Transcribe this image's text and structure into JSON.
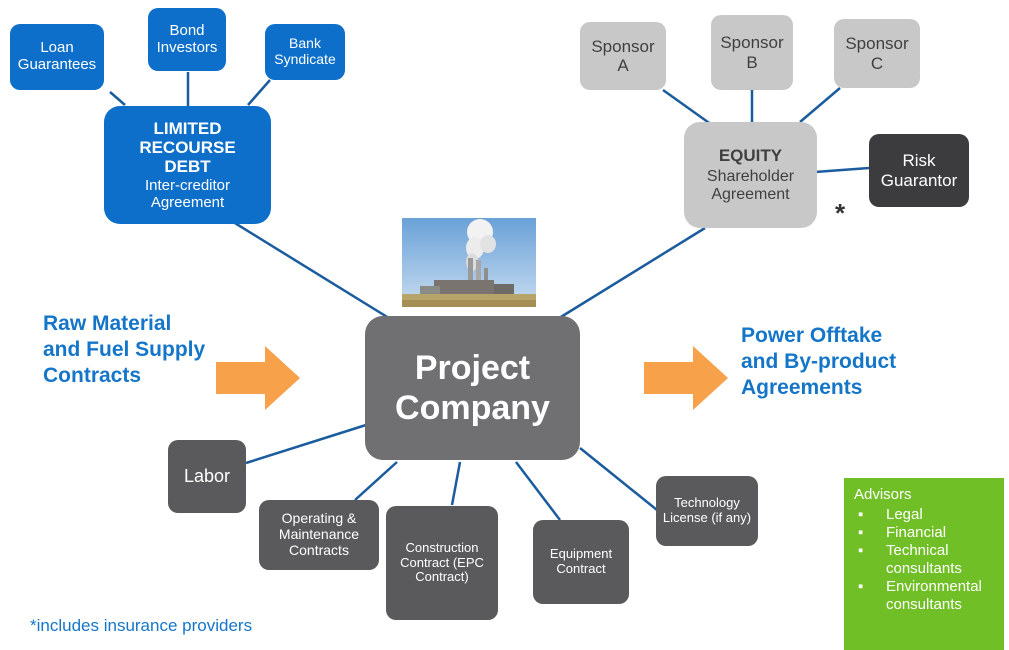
{
  "debt": {
    "loan_guarantees": "Loan Guarantees",
    "bond_investors": "Bond Investors",
    "bank_syndicate": "Bank Syndicate",
    "title": "LIMITED RECOURSE DEBT",
    "subtitle": "Inter-creditor Agreement"
  },
  "equity": {
    "sponsor_a": "Sponsor A",
    "sponsor_b": "Sponsor B",
    "sponsor_c": "Sponsor C",
    "title": "EQUITY",
    "subtitle": "Shareholder Agreement",
    "risk_guarantor": "Risk Guarantor",
    "asterisk": "*"
  },
  "center": {
    "title": "Project Company"
  },
  "inputs": {
    "raw_material": "Raw Material and Fuel Supply Contracts"
  },
  "outputs": {
    "power_offtake": "Power Offtake and By-product Agreements"
  },
  "contracts": {
    "labor": "Labor",
    "om": "Operating & Maintenance Contracts",
    "construction": "Construction Contract (EPC Contract)",
    "equipment": "Equipment Contract",
    "technology": "Technology License (if any)"
  },
  "advisors": {
    "title": "Advisors",
    "items": [
      "Legal",
      "Financial",
      "Technical consultants",
      "Environmental consultants"
    ]
  },
  "footnote": "*includes insurance providers",
  "colors": {
    "blue": "#0d6fc9",
    "text_blue": "#1576c9",
    "orange": "#f7a14b",
    "green": "#71bf26",
    "gray": "#707072"
  }
}
